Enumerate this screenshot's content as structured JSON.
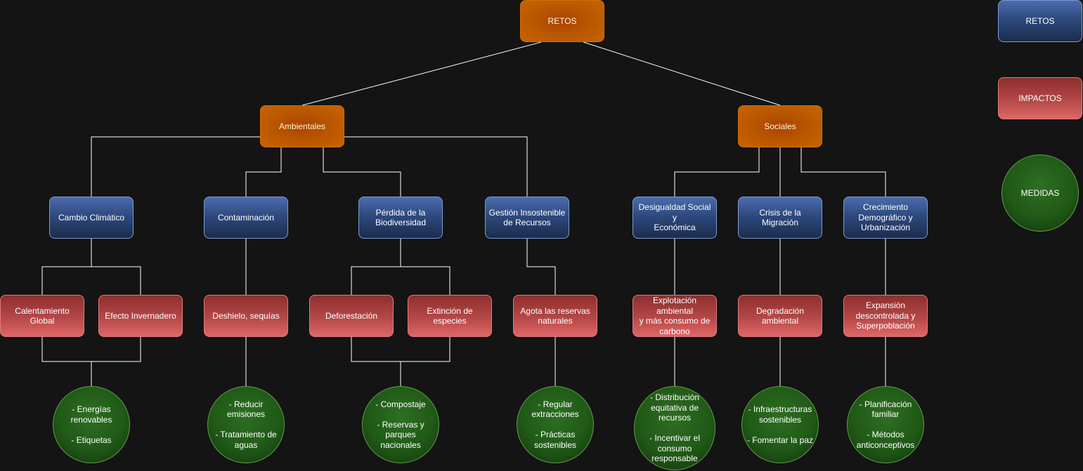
{
  "colors": {
    "reto_orange": "#b85500",
    "category_blue": "#2e4a7e",
    "impact_red": "#b44848",
    "measure_green": "#205a17",
    "connector": "#ffffff",
    "background": "#141414"
  },
  "legend": {
    "retos": "RETOS",
    "impactos": "IMPACTOS",
    "medidas": "MEDIDAS"
  },
  "root": {
    "label": "RETOS"
  },
  "groups": {
    "ambientales": "Ambientales",
    "sociales": "Sociales"
  },
  "retos": {
    "cambio_climatico": "Cambio Climático",
    "contaminacion": "Contaminación",
    "perdida_biodiversidad": "Pérdida de la\nBiodiversidad",
    "gestion_recursos": "Gestión Insostenible\nde Recursos",
    "desigualdad": "Desigualdad Social y\nEconómica",
    "migracion": "Crisis de la Migración",
    "crecimiento": "Crecimiento\nDemográfico y\nUrbanización"
  },
  "impactos": {
    "calentamiento": "Calentamiento Global",
    "invernadero": "Efecto Invernadero",
    "deshielo": "Deshielo, sequías",
    "deforestacion": "Deforestación",
    "extincion": "Extinción de\nespecies",
    "agota": "Agota las reservas\nnaturales",
    "explotacion": "Explotación ambiental\ny más consumo de\ncarbono",
    "degradacion": "Degradación\nambiental",
    "expansion": "Expansión\ndescontrolada y\nSuperpoblación"
  },
  "medidas": {
    "energias": "- Energías\nrenovables\n\n- Etiquetas",
    "emisiones": "- Reducir\nemisiones\n\n- Tratamiento de\naguas",
    "compostaje": "- Compostaje\n\n- Reservas y\nparques\nnacionales",
    "extracciones": "- Regular\nextracciones\n\n- Prácticas\nsostenibles",
    "distribucion": "- Distribución\nequitativa de\nrecursos\n\n- Incentivar el\nconsumo\nresponsable",
    "infraestructuras": "- Infraestructuras\nsostenibles\n\n- Fomentar la paz",
    "planificacion": "- Planificación\nfamiliar\n\n- Métodos\nanticonceptivos"
  }
}
